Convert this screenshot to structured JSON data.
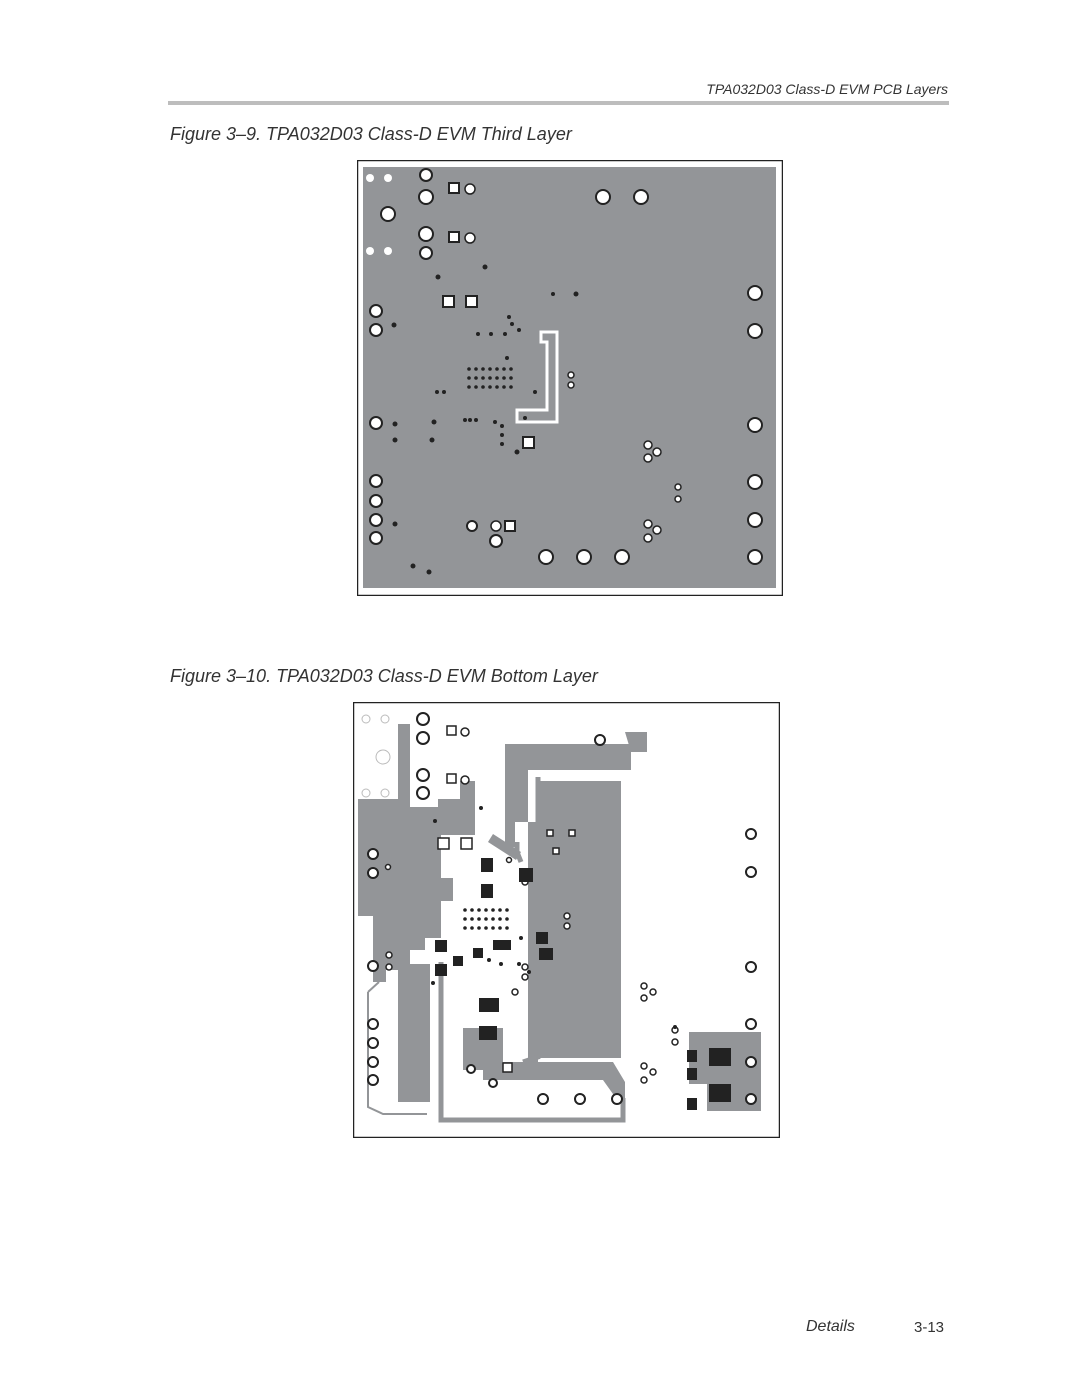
{
  "header": {
    "running_title": "TPA032D03 Class-D EVM PCB Layers"
  },
  "figures": [
    {
      "caption": "Figure 3–9. TPA032D03 Class-D EVM Third Layer"
    },
    {
      "caption": "Figure 3–10.  TPA032D03 Class-D EVM Bottom Layer"
    }
  ],
  "footer": {
    "section": "Details",
    "page_number": "3-13"
  }
}
